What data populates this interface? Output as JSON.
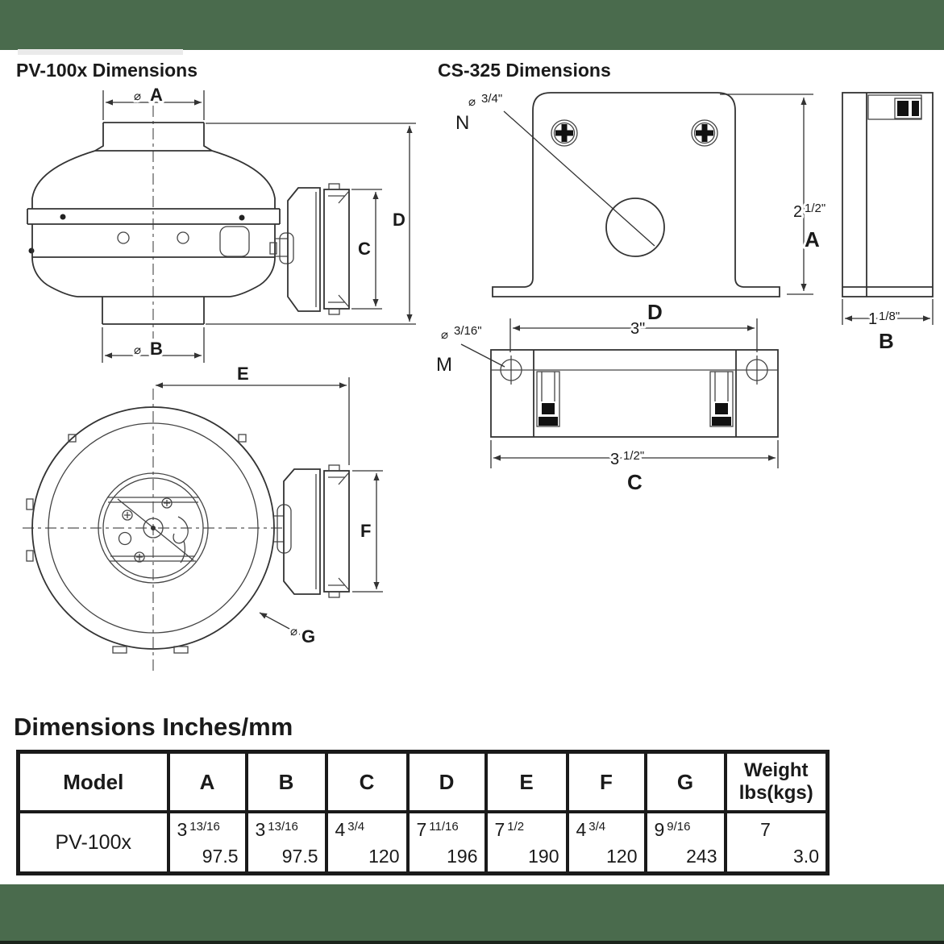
{
  "page": {
    "title_left": "PV-100x Dimensions",
    "title_right": "CS-325 Dimensions",
    "table_heading": "Dimensions Inches/mm"
  },
  "sym": {
    "dia": "⌀"
  },
  "fan_side": {
    "a": "A",
    "b": "B",
    "c": "C",
    "d": "D"
  },
  "fan_front": {
    "e": "E",
    "f": "F",
    "g": "G"
  },
  "bracket": {
    "n": "N",
    "n_size": "3/4\"",
    "m": "M",
    "m_size": "3/16\"",
    "a": "A",
    "a_num": "2",
    "a_frac": "1/2\"",
    "b": "B",
    "b_num": "1",
    "b_frac": "1/8\"",
    "c": "C",
    "c_num": "3",
    "c_frac": "1/2\"",
    "d": "D",
    "d_size": "3\""
  },
  "table": {
    "col_model": "Model",
    "cols": [
      "A",
      "B",
      "C",
      "D",
      "E",
      "F",
      "G"
    ],
    "weight_line1": "Weight",
    "weight_line2": "lbs(kgs)",
    "row": {
      "model": "PV-100x",
      "values": [
        {
          "whole": "3",
          "frac": "13/16",
          "mm": "97.5"
        },
        {
          "whole": "3",
          "frac": "13/16",
          "mm": "97.5"
        },
        {
          "whole": "4",
          "frac": "3/4",
          "mm": "120"
        },
        {
          "whole": "7",
          "frac": "11/16",
          "mm": "196"
        },
        {
          "whole": "7",
          "frac": "1/2",
          "mm": "190"
        },
        {
          "whole": "4",
          "frac": "3/4",
          "mm": "120"
        },
        {
          "whole": "9",
          "frac": "9/16",
          "mm": "243"
        }
      ],
      "weight": {
        "whole": "7",
        "mm": "3.0"
      }
    }
  }
}
